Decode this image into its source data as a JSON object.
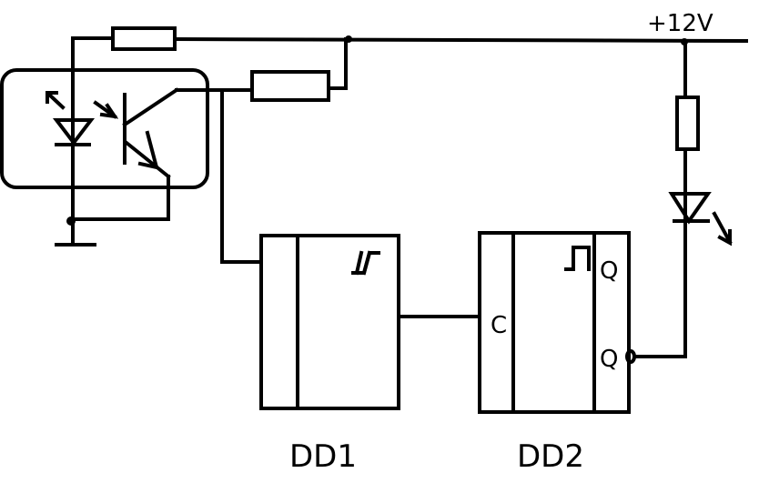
{
  "supply_label": "+12V",
  "dd1": {
    "label": "DD1",
    "symbol": "schmitt-trigger-hysteresis"
  },
  "dd2": {
    "label": "DD2",
    "input_label": "C",
    "output_label": "Q",
    "inverted_output_label": "Q",
    "symbol": "pulse"
  },
  "colors": {
    "line": "#000000",
    "background": "#ffffff"
  }
}
